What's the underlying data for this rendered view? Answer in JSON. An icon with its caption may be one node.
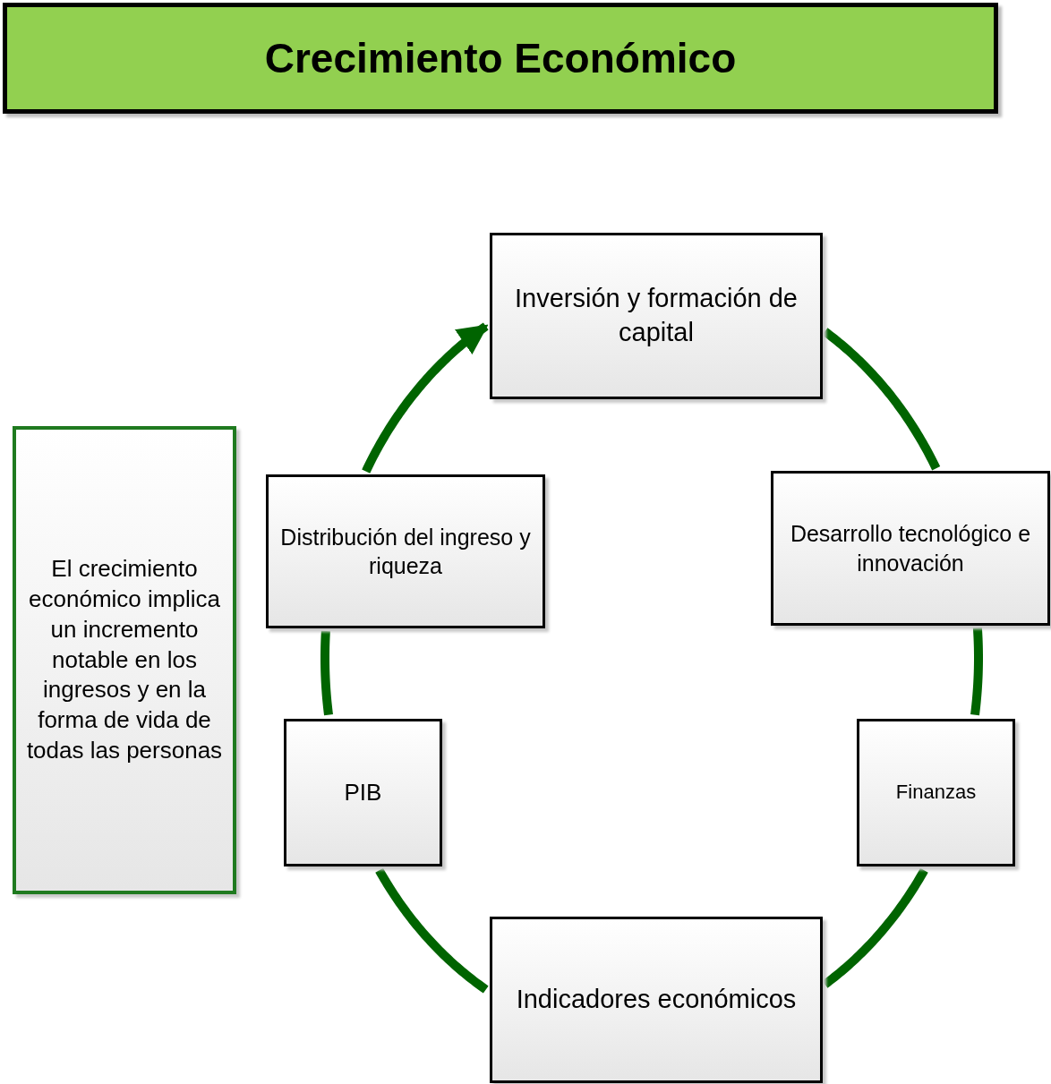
{
  "diagram": {
    "title": "Crecimiento Económico",
    "nodes": [
      {
        "text": [
          "El crecimiento económico implica un incremento notable en los ingresos y en la forma de vida de todas las personas"
        ]
      },
      {
        "text": [
          "Inversión y formación de capital"
        ]
      },
      {
        "text": [
          "Desarrollo tecnológico e innovación"
        ]
      },
      {
        "text": [
          "Finanzas"
        ]
      },
      {
        "text": [
          "Indicadores económicos"
        ]
      },
      {
        "text": [
          "PIB"
        ]
      },
      {
        "text": [
          "Distribución del ingreso y riqueza"
        ]
      }
    ],
    "edges": [
      {
        "from": 1,
        "to": 2,
        "arrow": "none"
      },
      {
        "from": 2,
        "to": 3,
        "arrow": "none"
      },
      {
        "from": 3,
        "to": 4,
        "arrow": "none"
      },
      {
        "from": 4,
        "to": 5,
        "arrow": "none"
      },
      {
        "from": 5,
        "to": 6,
        "arrow": "none"
      },
      {
        "from": 6,
        "to": 1,
        "arrow": "to"
      }
    ]
  }
}
